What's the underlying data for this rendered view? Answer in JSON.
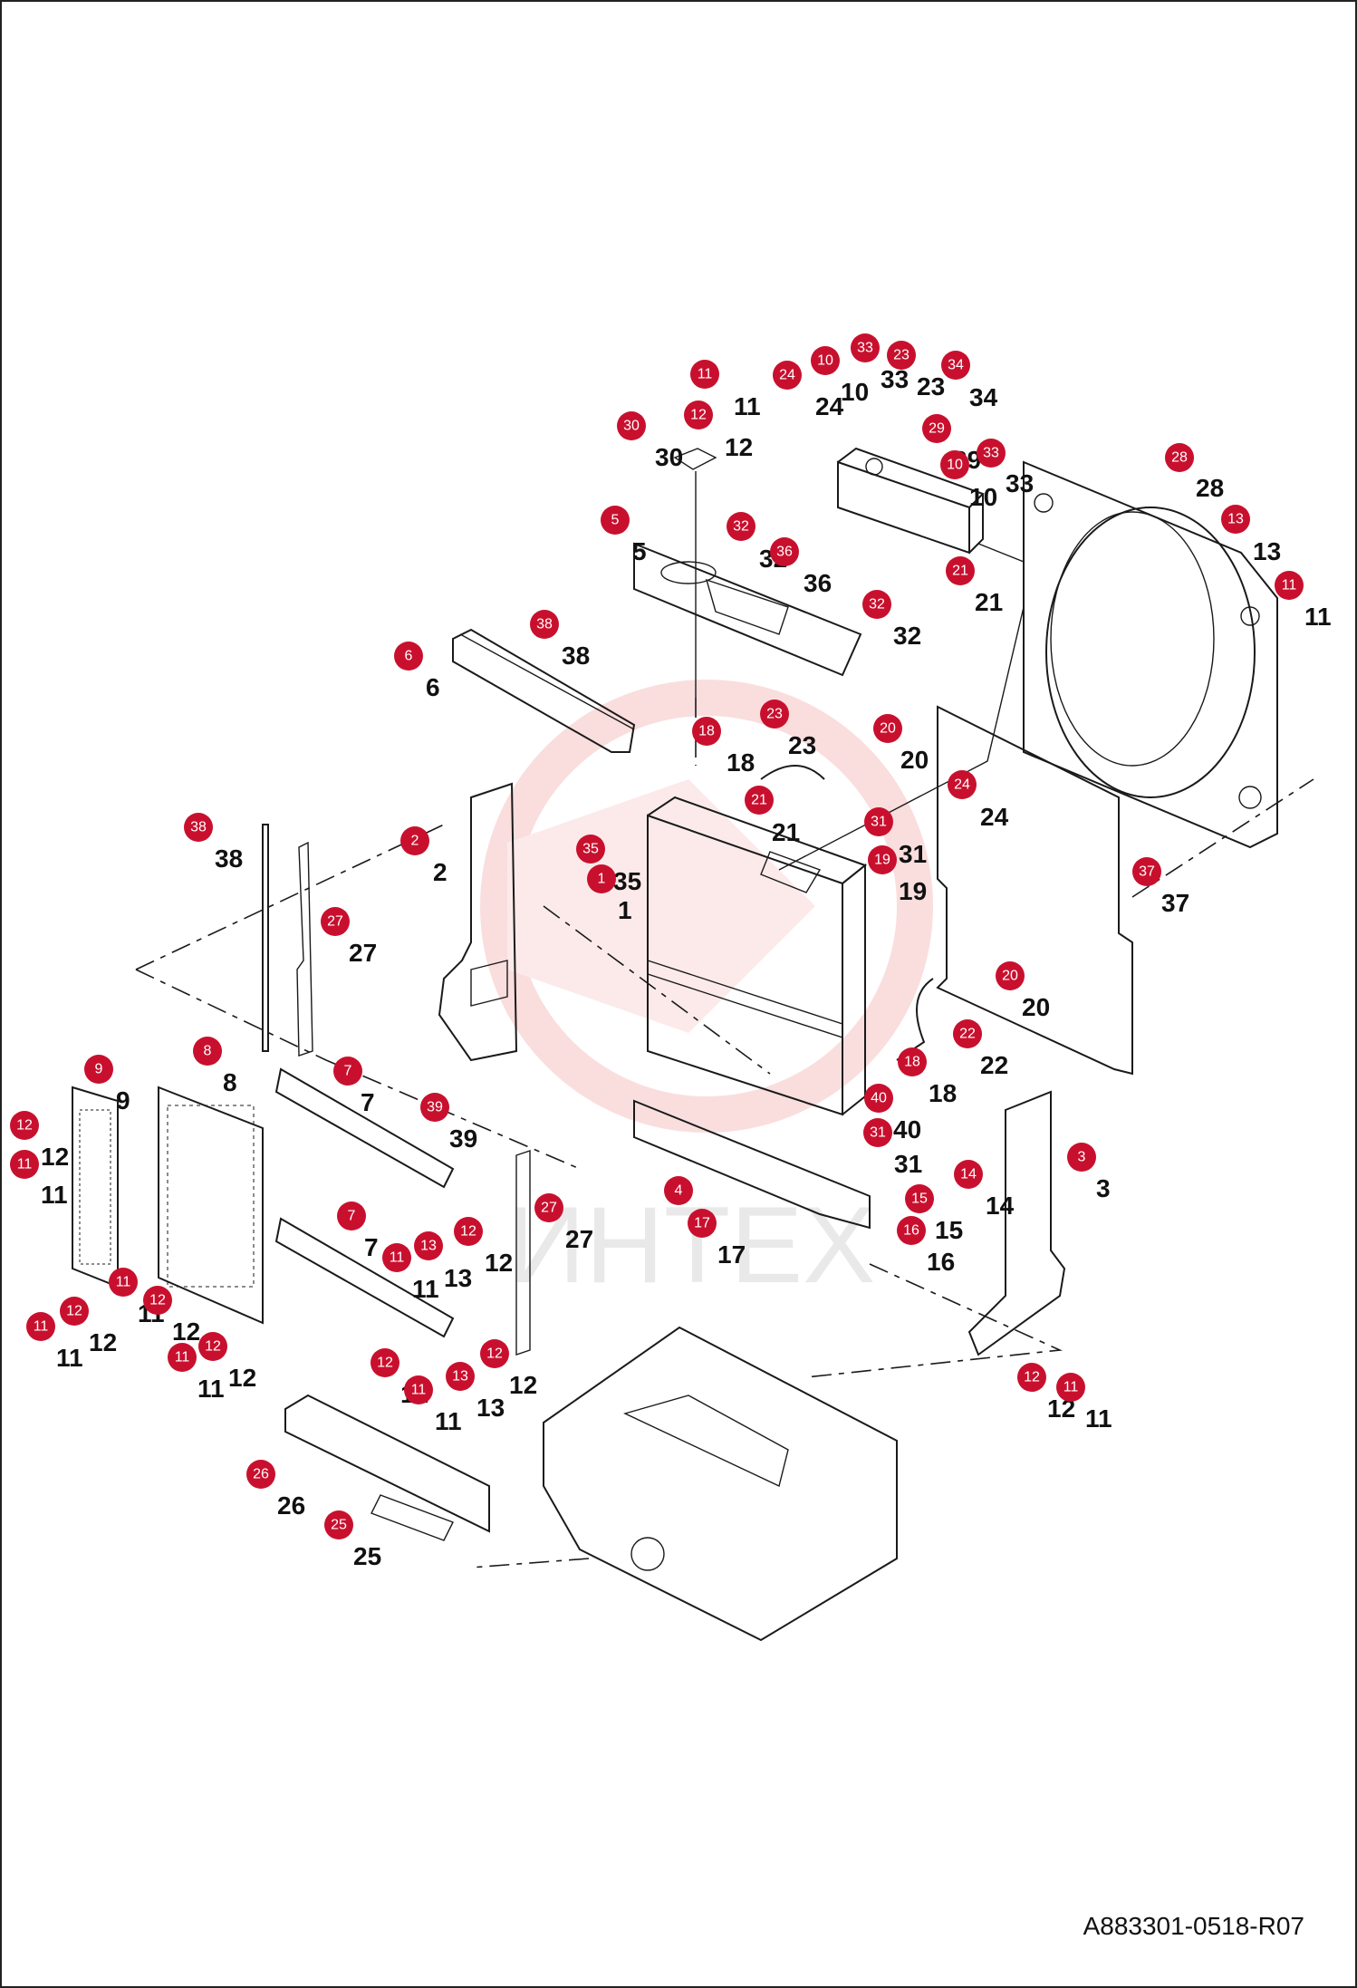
{
  "colors": {
    "callout_fill": "#c8102e",
    "line": "#1a1a1a",
    "watermark": "#f2b8b8",
    "frame": "#222222"
  },
  "drawing_id": "A883301-0518-R07",
  "watermark_text": "ИНТЕХ",
  "callouts": [
    {
      "label": "11",
      "num": "11"
    },
    {
      "label": "12",
      "num": "12"
    },
    {
      "label": "30",
      "num": "30"
    },
    {
      "label": "24",
      "num": "24"
    },
    {
      "label": "10",
      "num": "10"
    },
    {
      "label": "33",
      "num": "33"
    },
    {
      "label": "23",
      "num": "23"
    },
    {
      "label": "34",
      "num": "34"
    },
    {
      "label": "29",
      "num": "29"
    },
    {
      "label": "10",
      "num": "10"
    },
    {
      "label": "33",
      "num": "33"
    },
    {
      "label": "5",
      "num": "5"
    },
    {
      "label": "32",
      "num": "32"
    },
    {
      "label": "36",
      "num": "36"
    },
    {
      "label": "21",
      "num": "21"
    },
    {
      "label": "32",
      "num": "32"
    },
    {
      "label": "28",
      "num": "28"
    },
    {
      "label": "13",
      "num": "13"
    },
    {
      "label": "11",
      "num": "11"
    },
    {
      "label": "6",
      "num": "6"
    },
    {
      "label": "38",
      "num": "38"
    },
    {
      "label": "23",
      "num": "23"
    },
    {
      "label": "18",
      "num": "18"
    },
    {
      "label": "20",
      "num": "20"
    },
    {
      "label": "21",
      "num": "21"
    },
    {
      "label": "24",
      "num": "24"
    },
    {
      "label": "2",
      "num": "2"
    },
    {
      "label": "35",
      "num": "35"
    },
    {
      "label": "1",
      "num": "1"
    },
    {
      "label": "31",
      "num": "31"
    },
    {
      "label": "19",
      "num": "19"
    },
    {
      "label": "37",
      "num": "37"
    },
    {
      "label": "38",
      "num": "38"
    },
    {
      "label": "27",
      "num": "27"
    },
    {
      "label": "20",
      "num": "20"
    },
    {
      "label": "22",
      "num": "22"
    },
    {
      "label": "18",
      "num": "18"
    },
    {
      "label": "40",
      "num": "40"
    },
    {
      "label": "31",
      "num": "31"
    },
    {
      "label": "9",
      "num": "9"
    },
    {
      "label": "8",
      "num": "8"
    },
    {
      "label": "7",
      "num": "7"
    },
    {
      "label": "39",
      "num": "39"
    },
    {
      "label": "3",
      "num": "3"
    },
    {
      "label": "12",
      "num": "12"
    },
    {
      "label": "11",
      "num": "11"
    },
    {
      "label": "14",
      "num": "14"
    },
    {
      "label": "4",
      "num": "4"
    },
    {
      "label": "27",
      "num": "27"
    },
    {
      "label": "15",
      "num": "15"
    },
    {
      "label": "17",
      "num": "17"
    },
    {
      "label": "16",
      "num": "16"
    },
    {
      "label": "7",
      "num": "7"
    },
    {
      "label": "13",
      "num": "13"
    },
    {
      "label": "12",
      "num": "12"
    },
    {
      "label": "11",
      "num": "11"
    },
    {
      "label": "11",
      "num": "11"
    },
    {
      "label": "12",
      "num": "12"
    },
    {
      "label": "12",
      "num": "12"
    },
    {
      "label": "11",
      "num": "11"
    },
    {
      "label": "12",
      "num": "12"
    },
    {
      "label": "11",
      "num": "11"
    },
    {
      "label": "12",
      "num": "12"
    },
    {
      "label": "12",
      "num": "12"
    },
    {
      "label": "13",
      "num": "13"
    },
    {
      "label": "11",
      "num": "11"
    },
    {
      "label": "12",
      "num": "12"
    },
    {
      "label": "11",
      "num": "11"
    },
    {
      "label": "26",
      "num": "26"
    },
    {
      "label": "25",
      "num": "25"
    }
  ]
}
